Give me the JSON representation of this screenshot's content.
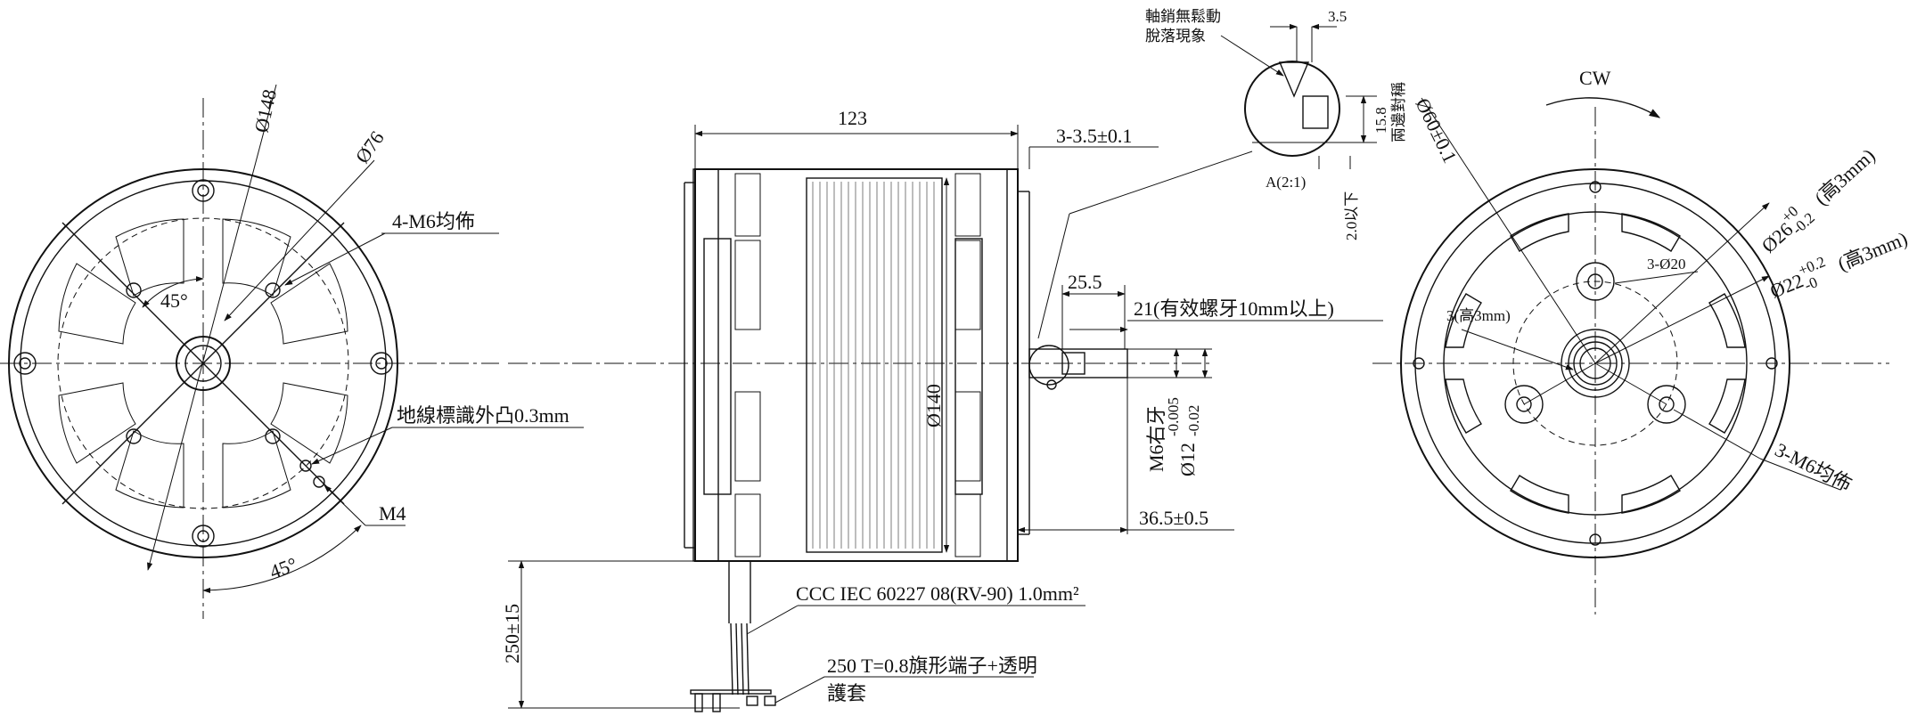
{
  "front_view": {
    "dia_148": "Ø148",
    "dia_76": "Ø76",
    "m6_holes": "4-M6均佈",
    "angle_inner": "45°",
    "angle_outer": "45°",
    "ground_mark": "地線標識外凸0.3mm",
    "m4": "M4"
  },
  "side_view": {
    "length_123": "123",
    "lug": "3-3.5±0.1",
    "shaft_25": "25.5",
    "thread_len": "21(有效螺牙10mm以上)",
    "dia_140": "Ø140",
    "thread_m6": "M6右牙",
    "shaft_dia": "Ø12",
    "shaft_tol_upper": "-0.005",
    "shaft_tol_lower": "-0.02",
    "shaft_ext": "36.5±0.5",
    "lead_len": "250±15",
    "cable": "CCC IEC 60227 08(RV-90) 1.0mm²",
    "terminal_line1": "250 T=0.8旗形端子+透明",
    "terminal_line2": "護套"
  },
  "detail_a": {
    "note_line1": "軸銷無鬆動",
    "note_line2": "脫落現象",
    "dim_35": "3.5",
    "dim_158": "15.8",
    "side_note": "兩邊對稱",
    "label": "A(2:1)",
    "below_note": "2.0以下"
  },
  "rear_view": {
    "rotation": "CW",
    "dia_60": "Ø60±0.1",
    "dia_26": "Ø26",
    "dia_26_tol_upper": "+0",
    "dia_26_tol_lower": "-0.2",
    "dia_26_note": "(高3mm)",
    "dia_22": "Ø22",
    "dia_22_tol_upper": "+0.2",
    "dia_22_tol_lower": "-0",
    "dia_22_note": "(高3mm)",
    "holes_20": "3-Ø20",
    "boss_3": "3(高3mm)",
    "m6_holes": "3-M6均佈"
  }
}
